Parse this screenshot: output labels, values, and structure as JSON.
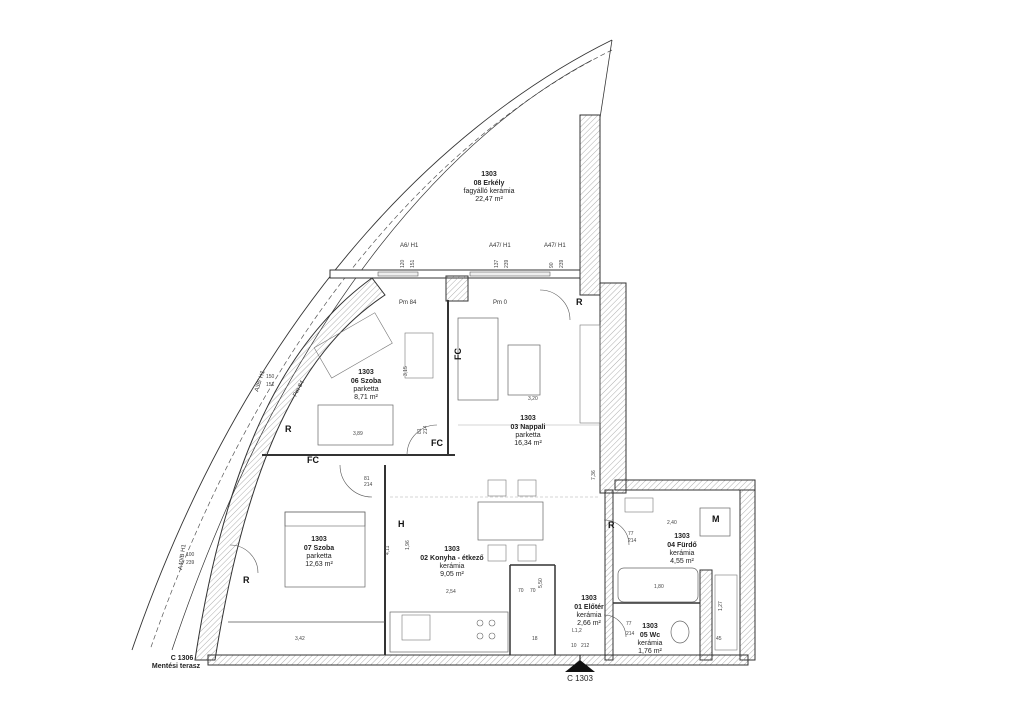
{
  "rooms": [
    {
      "id": "erkely",
      "number": "1303",
      "name": "08 Erkély",
      "floor": "fagyálló kerámia",
      "area": "22,47 m²"
    },
    {
      "id": "szoba06",
      "number": "1303",
      "name": "06 Szoba",
      "floor": "parketta",
      "area": "8,71 m²"
    },
    {
      "id": "nappali",
      "number": "1303",
      "name": "03 Nappali",
      "floor": "parketta",
      "area": "16,34 m²"
    },
    {
      "id": "szoba07",
      "number": "1303",
      "name": "07 Szoba",
      "floor": "parketta",
      "area": "12,63 m²"
    },
    {
      "id": "konyha",
      "number": "1303",
      "name": "02 Konyha - étkező",
      "floor": "kerámia",
      "area": "9,05 m²"
    },
    {
      "id": "eloter",
      "number": "1303",
      "name": "01 Előtér",
      "floor": "kerámia",
      "area": "2,66 m²"
    },
    {
      "id": "furdo",
      "number": "1303",
      "name": "04 Fürdő",
      "floor": "kerámia",
      "area": "4,55 m²"
    },
    {
      "id": "wc",
      "number": "1303",
      "name": "05 Wc",
      "floor": "kerámia",
      "area": "1,76 m²"
    }
  ],
  "window_tags": [
    "A6/ H1",
    "A47/ H1",
    "A47/ H1",
    "A38/ H1",
    "A40/B H1"
  ],
  "floor_marks": [
    "Pm 84",
    "Pm 0",
    "Pm 84"
  ],
  "symbols": [
    "R",
    "R",
    "R",
    "R",
    "FC",
    "FC",
    "FC",
    "H",
    "M"
  ],
  "dimensions": [
    "120",
    "151",
    "137",
    "239",
    "90",
    "239",
    "150",
    "151",
    "100",
    "239",
    "3,15",
    "81",
    "214",
    "3,89",
    "3,20",
    "81",
    "214",
    "7,36",
    "2,40",
    "77",
    "214",
    "1,80",
    "2,54",
    "3,42",
    "1,27",
    "L1,2",
    "77",
    "214",
    "70",
    "70",
    "10",
    "212",
    "18",
    "45",
    "1,96",
    "4,11",
    "5,50"
  ],
  "section_mark": "C 1303",
  "neighbor": "C 1306",
  "neighbor_sub": "Mentési terasz"
}
